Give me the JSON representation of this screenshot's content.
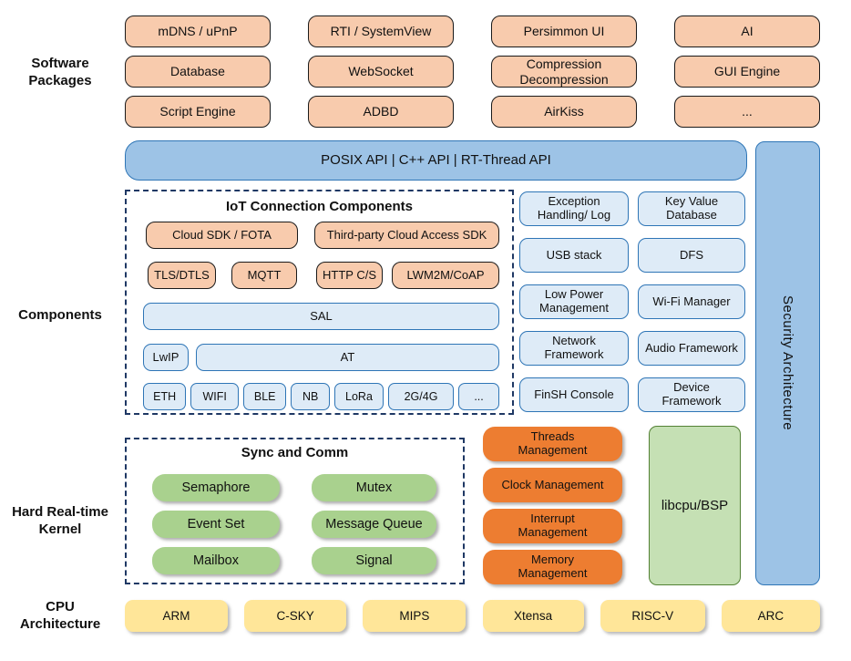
{
  "colors": {
    "peach": "#F8CBAD",
    "peach_border": "#1a1a1a",
    "blue": "#9DC3E6",
    "blue_border": "#2E75B6",
    "light_blue": "#DEEBF7",
    "green": "#A9D18E",
    "light_green": "#C5E0B4",
    "light_green_border": "#538135",
    "orange": "#ED7D31",
    "yellow": "#FFE699",
    "dash_border": "#1F3864"
  },
  "side_labels": {
    "software_packages": "Software\nPackages",
    "components": "Components",
    "kernel": "Hard Real-time\nKernel",
    "cpu": "CPU\nArchitecture"
  },
  "software_packages": {
    "items": [
      "mDNS / uPnP",
      "RTI / SystemView",
      "Persimmon UI",
      "AI",
      "Database",
      "WebSocket",
      "Compression Decompression",
      "GUI Engine",
      "Script Engine",
      "ADBD",
      "AirKiss",
      "..."
    ]
  },
  "api_bar": {
    "label": "POSIX API | C++ API | RT-Thread API"
  },
  "security_bar": {
    "label": "Security Architecture"
  },
  "iot": {
    "title": "IoT Connection Components",
    "cloud_sdk": "Cloud SDK / FOTA",
    "third_party_sdk": "Third-party Cloud Access SDK",
    "protocols": [
      "TLS/DTLS",
      "MQTT",
      "HTTP C/S",
      "LWM2M/CoAP"
    ],
    "sal": "SAL",
    "lwip": "LwIP",
    "at": "AT",
    "links": [
      "ETH",
      "WIFI",
      "BLE",
      "NB",
      "LoRa",
      "2G/4G",
      "..."
    ]
  },
  "components_right": {
    "items": [
      "Exception Handling/ Log",
      "Key Value Database",
      "USB stack",
      "DFS",
      "Low Power Management",
      "Wi-Fi Manager",
      "Network Framework",
      "Audio Framework",
      "FinSH Console",
      "Device Framework"
    ]
  },
  "kernel": {
    "title": "Sync and Comm",
    "sync_items": [
      "Semaphore",
      "Mutex",
      "Event Set",
      "Message Queue",
      "Mailbox",
      "Signal"
    ],
    "mgmt_items": [
      "Threads Management",
      "Clock Management",
      "Interrupt Management",
      "Memory Management"
    ],
    "libcpu": "libcpu/BSP"
  },
  "cpu": {
    "items": [
      "ARM",
      "C-SKY",
      "MIPS",
      "Xtensa",
      "RISC-V",
      "ARC"
    ]
  }
}
